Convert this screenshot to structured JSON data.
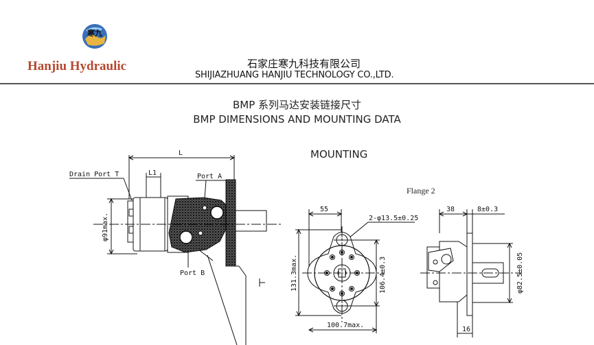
{
  "header": {
    "brand_name": "Hanjiu Hydraulic",
    "company_cn": "石家庄寒九科技有限公司",
    "company_en": "SHIJIAZHUANG HANJIU TECHNOLOGY CO.,LTD.",
    "logo_text": "寒九",
    "brand_color": "#b5482f"
  },
  "title": {
    "cn": "BMP 系列马达安装链接尺寸",
    "en": "BMP DIMENSIONS AND  MOUNTING DATA"
  },
  "section": {
    "mounting": "MOUNTING",
    "flange": "Flange  2"
  },
  "side_view": {
    "L": "L",
    "L1": "L1",
    "drain_port": "Drain Port T",
    "port_a": "Port A",
    "port_b": "Port B",
    "dia_max": "φ91max."
  },
  "front_view": {
    "dim_55": "55",
    "holes": "2-φ13.5±0.25",
    "height_max": "131.3max.",
    "pcd": "106.4±0.3",
    "width_max": "100.7max."
  },
  "flange_view": {
    "dim_38": "38",
    "dim_8": "8±0.3",
    "pilot": "φ82.5±0.05",
    "dim_16": "16"
  }
}
